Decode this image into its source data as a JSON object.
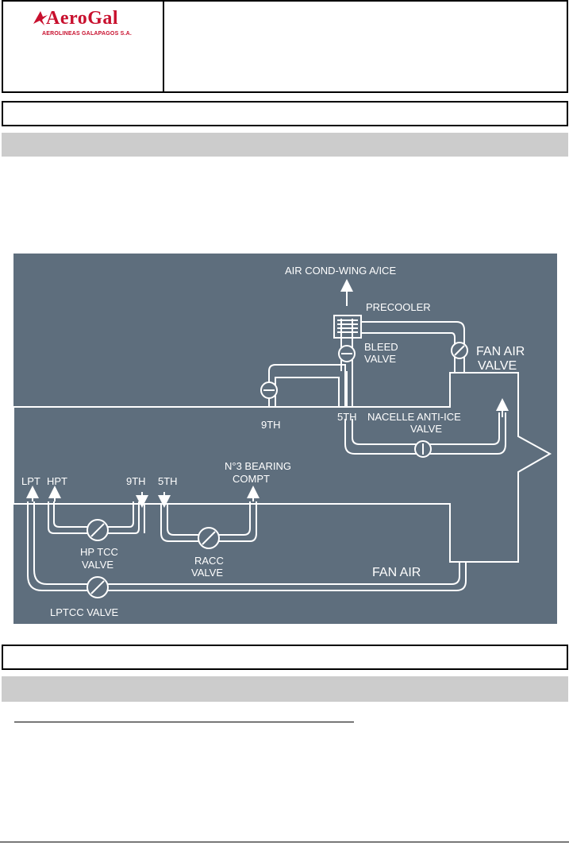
{
  "logo": {
    "name": "AeroGal",
    "subtitle": "AEROLINEAS GALAPAGOS S.A.",
    "brand_color": "#c8102e"
  },
  "diagram": {
    "background_color": "#5e6e7d",
    "line_color": "#ffffff",
    "labels": {
      "air_cond": "AIR COND-WING A/ICE",
      "precooler": "PRECOOLER",
      "bleed_1": "BLEED",
      "bleed_2": "VALVE",
      "fan_air_valve_1": "FAN AIR",
      "fan_air_valve_2": "VALVE",
      "ninth_top": "9TH",
      "fifth_top": "5TH",
      "nacelle_1": "NACELLE ANTI-ICE",
      "nacelle_2": "VALVE",
      "bearing_1": "N°3 BEARING",
      "bearing_2": "COMPT",
      "lpt": "LPT",
      "hpt": "HPT",
      "ninth_low": "9TH",
      "fifth_low": "5TH",
      "hptcc_1": "HP TCC",
      "hptcc_2": "VALVE",
      "racc_1": "RACC",
      "racc_2": "VALVE",
      "fan_air": "FAN AIR",
      "lptcc": "LPTCC VALVE"
    }
  }
}
